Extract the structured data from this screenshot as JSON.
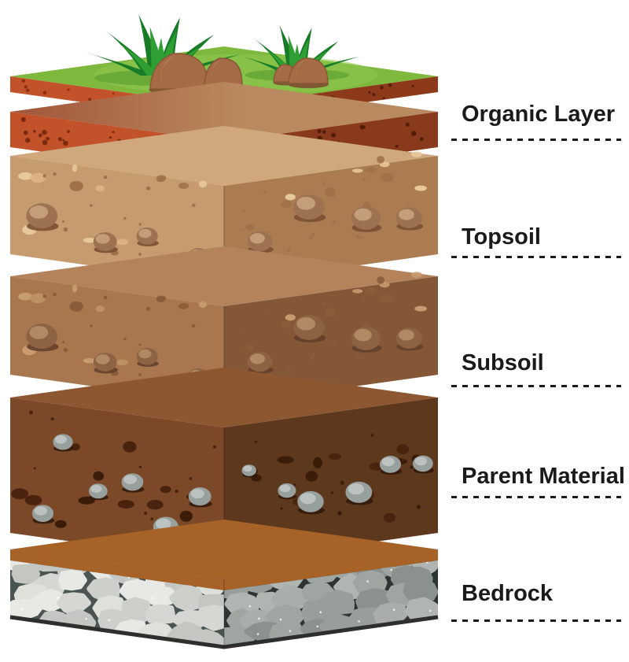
{
  "figure": {
    "type": "soil-layers-cross-section",
    "description": "Isometric stacked soil horizon slabs with grass surface"
  },
  "layers": [
    {
      "key": "surface",
      "label": "",
      "colors": {
        "top": "#7eb93e",
        "top_light": "#8fc94e",
        "left": "#c2522a",
        "right": "#8d3a1a",
        "speckle_left": "#8a2f12",
        "speckle_right": "#571e0a"
      }
    },
    {
      "key": "organic",
      "label": "Organic Layer",
      "colors": {
        "top": "#a2553a",
        "top2": "#b98a5f",
        "left": "#c1522a",
        "right": "#8a3a1c",
        "speckle_left": "#7b2a10",
        "speckle_right": "#511d09"
      }
    },
    {
      "key": "topsoil",
      "label": "Topsoil",
      "colors": {
        "top": "#cfa87e",
        "left": "#c69b70",
        "right": "#ab7c52",
        "blob_light": "#e7c89c",
        "blob_light2": "#dcb184",
        "blob_dark": "#a0714a",
        "rock_body": "#9c7250",
        "rock_light": "#c49d79",
        "rock_shadow": "#7a4f33"
      }
    },
    {
      "key": "subsoil",
      "label": "Subsoil",
      "colors": {
        "top": "#b4835c",
        "left": "#a9774f",
        "right": "#845837",
        "blob_light": "#c79c6f",
        "blob_light2": "#bd9065",
        "blob_dark": "#8a5c39",
        "rock_body": "#8d6343",
        "rock_light": "#b18a63",
        "rock_shadow": "#63402a"
      }
    },
    {
      "key": "parent",
      "label": "Parent Material",
      "colors": {
        "top": "#8c5731",
        "left": "#7b4928",
        "right": "#5d381d",
        "blob_dark": "#49230e",
        "blob_dark2": "#3a1c09",
        "stone_body": "#98a09e",
        "stone_light": "#bcc2bf",
        "stone_shadow": "#33190b"
      }
    },
    {
      "key": "bedrock",
      "label": "Bedrock",
      "colors": {
        "top": "#a66227",
        "mortar_left": "#4a5452",
        "mortar_right": "#2c3533",
        "stones_left": [
          "#e8e8e4",
          "#d6d7d2",
          "#c4c6c1",
          "#dfe0da",
          "#cdcfca"
        ],
        "stones_right": [
          "#a9aeab",
          "#989e9b",
          "#8b918e",
          "#b0b5b1",
          "#9fa5a1"
        ],
        "bottom_edge": "#2e2e2c"
      }
    }
  ],
  "grass": {
    "blade_dark": "#187b27",
    "blade_light": "#2f9f33",
    "tuft_shadow": "#64a636"
  },
  "rock": {
    "body": "#a56b47",
    "light": "#c08a5e",
    "shadow": "#7e4e31",
    "outline": "#8a5838"
  },
  "label_style": {
    "color": "#1a1a1a"
  }
}
